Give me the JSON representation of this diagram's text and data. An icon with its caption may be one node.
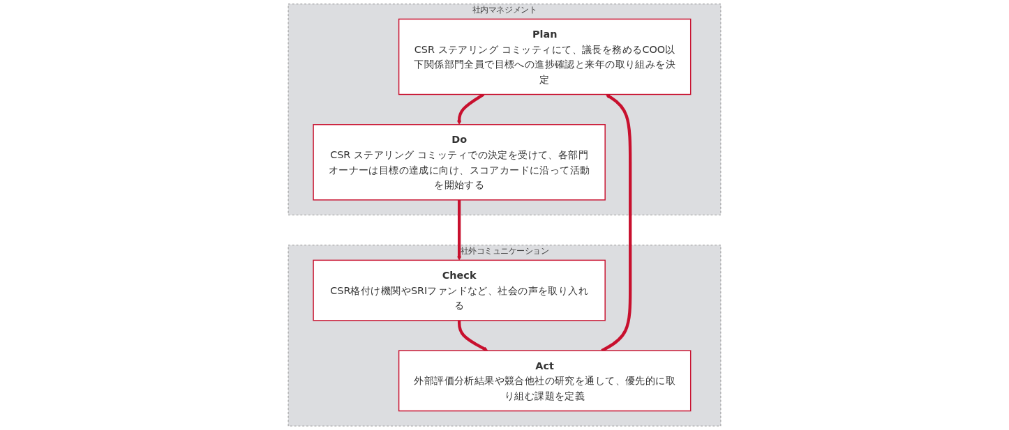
{
  "diagram": {
    "nodes": [
      {
        "text": [
          "社内マネジメント"
        ]
      },
      {
        "text": [
          "Plan",
          "CSR ステアリング コミッティにて、議長を務めるCOO以下関係部門全員で目標への進捗確認と来年の取り組みを決定"
        ],
        "in": 0
      },
      {
        "text": [
          "Do",
          "CSR ステアリング コミッティでの決定を受けて、各部門オーナーは目標の達成に向け、スコアカードに沿って活動を開始する"
        ],
        "in": 0
      },
      {
        "text": [
          "社外コミュニケーション"
        ]
      },
      {
        "text": [
          "Act",
          "外部評価分析結果や競合他社の研究を通して、優先的に取り組む課題を定義"
        ],
        "in": 3
      },
      {
        "text": [
          "Check",
          "CSR格付け機関やSRIファンドなど、社会の声を取り入れる"
        ],
        "in": 3
      }
    ],
    "edges": [
      {
        "from": 1,
        "to": 2,
        "arrow": "to"
      },
      {
        "from": 2,
        "to": 5,
        "arrow": "to"
      },
      {
        "from": 5,
        "to": 4,
        "arrow": "to"
      },
      {
        "from": 4,
        "to": 1,
        "arrow": "to"
      }
    ]
  }
}
